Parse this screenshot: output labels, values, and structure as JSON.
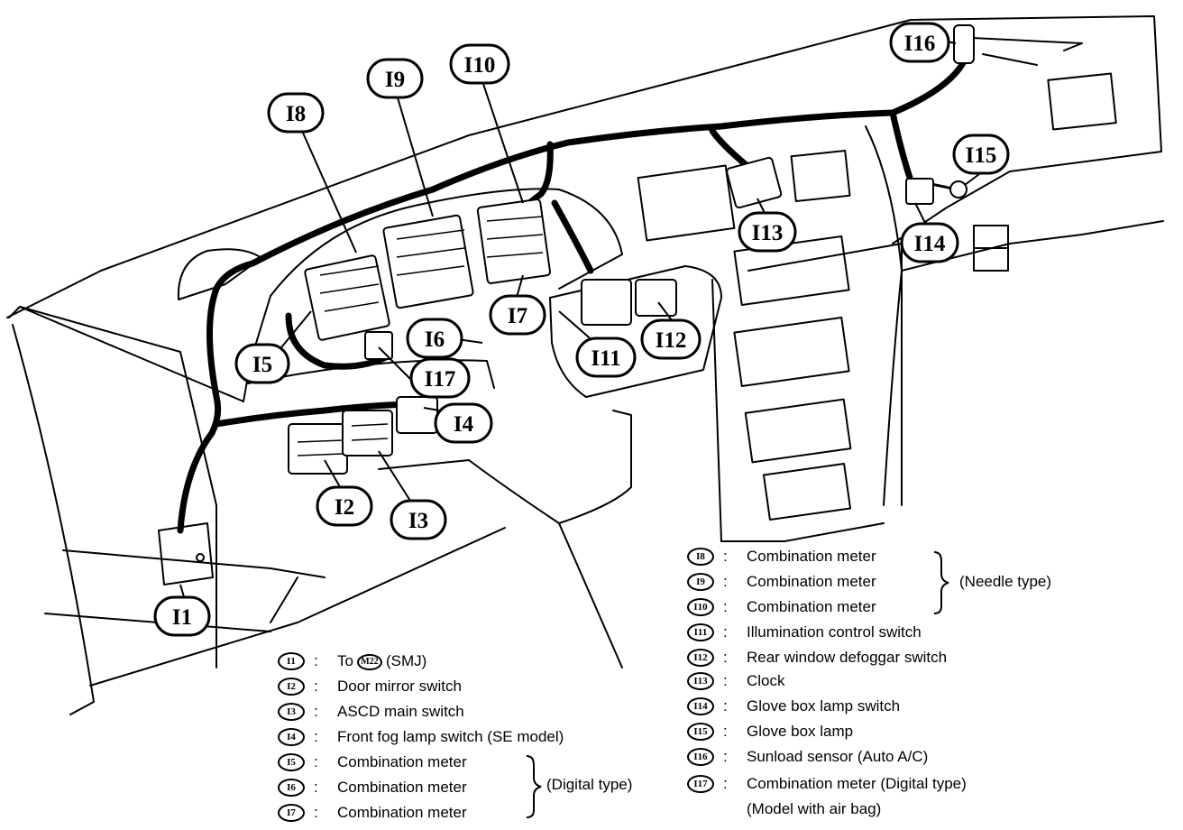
{
  "callouts": {
    "I1": "I1",
    "I2": "I2",
    "I3": "I3",
    "I4": "I4",
    "I5": "I5",
    "I6": "I6",
    "I7": "I7",
    "I8": "I8",
    "I9": "I9",
    "I10": "I10",
    "I11": "I11",
    "I12": "I12",
    "I13": "I13",
    "I14": "I14",
    "I15": "I15",
    "I16": "I16",
    "I17": "I17"
  },
  "legend_left": [
    {
      "id": "I1",
      "colon": ":",
      "text": "To",
      "inline_ref": "M22",
      "suffix": "(SMJ)"
    },
    {
      "id": "I2",
      "colon": ":",
      "text": "Door mirror switch"
    },
    {
      "id": "I3",
      "colon": ":",
      "text": "ASCD main switch"
    },
    {
      "id": "I4",
      "colon": ":",
      "text": "Front fog lamp switch (SE model)"
    },
    {
      "id": "I5",
      "colon": ":",
      "text": "Combination meter"
    },
    {
      "id": "I6",
      "colon": ":",
      "text": "Combination meter"
    },
    {
      "id": "I7",
      "colon": ":",
      "text": "Combination meter"
    }
  ],
  "legend_left_group": "(Digital type)",
  "legend_right": [
    {
      "id": "I8",
      "colon": ":",
      "text": "Combination meter"
    },
    {
      "id": "I9",
      "colon": ":",
      "text": "Combination meter"
    },
    {
      "id": "I10",
      "colon": ":",
      "text": "Combination meter"
    },
    {
      "id": "I11",
      "colon": ":",
      "text": "Illumination control switch"
    },
    {
      "id": "I12",
      "colon": ":",
      "text": "Rear window defoggar switch"
    },
    {
      "id": "I13",
      "colon": ":",
      "text": "Clock"
    },
    {
      "id": "I14",
      "colon": ":",
      "text": "Glove box lamp switch"
    },
    {
      "id": "I15",
      "colon": ":",
      "text": "Glove box lamp"
    },
    {
      "id": "I16",
      "colon": ":",
      "text": "Sunload sensor (Auto A/C)"
    },
    {
      "id": "I17",
      "colon": ":",
      "text": "Combination meter (Digital type)",
      "note": "(Model with air bag)"
    }
  ],
  "legend_right_group": "(Needle type)"
}
